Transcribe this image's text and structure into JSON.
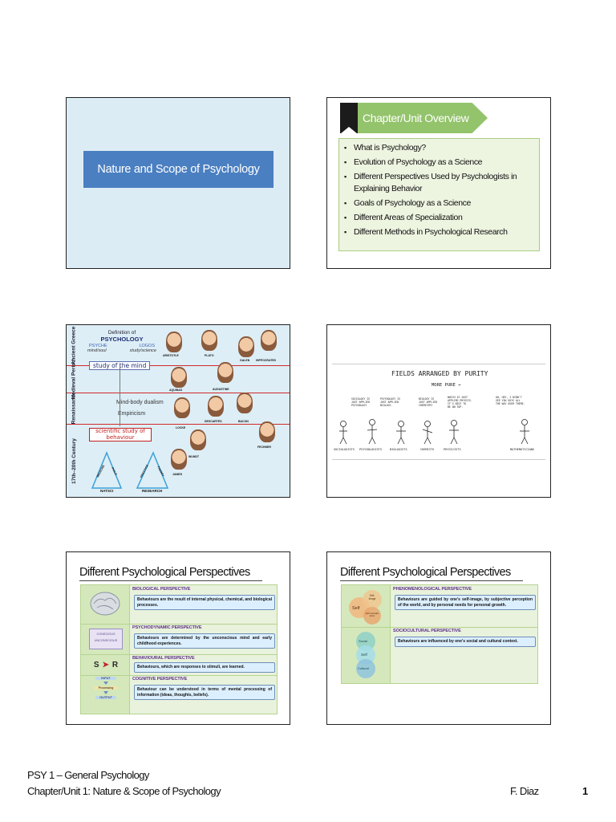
{
  "slide1": {
    "title": "Nature and Scope of Psychology"
  },
  "slide2": {
    "heading": "Chapter/Unit Overview",
    "items": [
      "What is Psychology?",
      "Evolution of Psychology as a Science",
      "Different Perspectives Used by Psychologists in Explaining Behavior",
      "Goals of Psychology as a Science",
      "Different Areas of Specialization",
      "Different Methods in Psychological Research"
    ]
  },
  "slide3": {
    "eras": [
      "Ancient Greece",
      "Medieval Period",
      "Renaissance",
      "17th–20th Century"
    ],
    "definition_of": "Definition of",
    "psychology": "PSYCHOLOGY",
    "psyche": "PSYCHE",
    "logos": "LOGOS",
    "mind_soul": "mind/soul",
    "study_science": "study/science",
    "study_of_mind": "study of the mind",
    "mind_body_dualism": "Mind-body dualism",
    "empiricism": "Empiricism",
    "scientific_study": "scientific study of behaviour",
    "people": {
      "aristotle": "ARISTOTLE",
      "plato": "PLATO",
      "galen": "GALEN",
      "hippocrates": "HIPPOCRATES",
      "aquinas": "AQUINAS",
      "augustine": "AUGUSTINE",
      "locke": "LOCKE",
      "descartes": "DESCARTES",
      "bacon": "BACON",
      "wundt": "WUNDT",
      "fechner": "FECHNER",
      "james": "JAMES"
    },
    "triangle1": {
      "left": "MEDICINE",
      "right": "PHILO",
      "bottom": "NATSCI"
    },
    "triangle2": {
      "left": "PRACTICE",
      "right": "THEORY",
      "bottom": "RESEARCH"
    }
  },
  "slide4": {
    "title": "FIELDS ARRANGED BY PURITY",
    "subtitle": "MORE PURE →",
    "speech": [
      "SOCIOLOGY IS\nJUST APPLIED\nPSYCHOLOGY",
      "PSYCHOLOGY IS\nJUST APPLIED\nBIOLOGY.",
      "BIOLOGY IS\nJUST APPLIED\nCHEMISTRY",
      "WHICH IS JUST\nAPPLIED PHYSICS.\nIT'S NICE TO\nBE ON TOP.",
      "OH, HEY, I DIDN'T\nSEE YOU GUYS ALL\nTHE WAY OVER THERE."
    ],
    "labels": [
      "SOCIOLOGISTS",
      "PSYCHOLOGISTS",
      "BIOLOGISTS",
      "CHEMISTS",
      "PHYSICISTS",
      "MATHEMATICIANS"
    ]
  },
  "slide5": {
    "title": "Different Psychological Perspectives",
    "rows": [
      {
        "title": "BIOLOGICAL PERSPECTIVE",
        "desc": "Behaviours are the result of internal physical, chemical, and biological processes."
      },
      {
        "title": "PSYCHODYNAMIC PERSPECTIVE",
        "desc": "Behaviours are determined by the unconscious mind and early childhood experiences."
      },
      {
        "title": "BEHAVIOURAL PERSPECTIVE",
        "desc": "Behaviours, which are responses to stimuli, are learned."
      },
      {
        "title": "COGNITIVE PERSPECTIVE",
        "desc": "Behaviour can be understood in terms of mental processing of information (ideas, thoughts, beliefs)."
      }
    ],
    "thumbs": {
      "conscious": "CONSCIOUS",
      "unconscious": "UNCONSCIOUS",
      "s": "S",
      "r": "R",
      "input": "INPUT",
      "processing": "Processing",
      "output": "OUTPUT"
    }
  },
  "slide6": {
    "title": "Different Psychological Perspectives",
    "rows": [
      {
        "title": "PHENOMENOLOGICAL PERSPECTIVE",
        "desc": "Behaviours are guided by one's self-image, by subjective perception of the world, and by personal needs for personal growth."
      },
      {
        "title": "SOCIOCULTURAL PERSPECTIVE",
        "desc": "Behaviours are influenced by one's social and cultural context."
      }
    ],
    "venn1": {
      "self": "Self",
      "top": "Self-Image",
      "bottom": "Self-Actualization"
    },
    "venn2": {
      "top": "Social",
      "middle": "Self",
      "bottom": "Cultural"
    }
  },
  "footer": {
    "course": "PSY 1 – General Psychology",
    "unit": "Chapter/Unit 1: Nature & Scope of Psychology",
    "author": "F. Diaz",
    "page": "1"
  }
}
